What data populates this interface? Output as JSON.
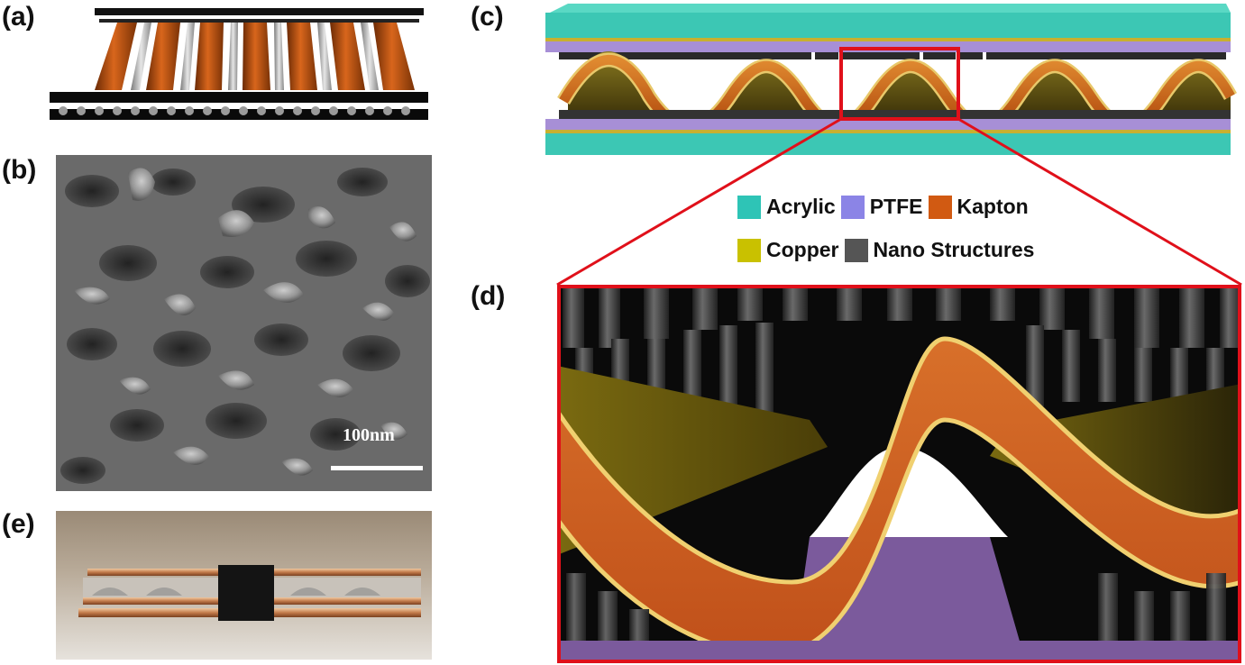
{
  "panels": {
    "a": "(a)",
    "b": "(b)",
    "c": "(c)",
    "d": "(d)",
    "e": "(e)"
  },
  "sem": {
    "scale_bar": "100nm"
  },
  "legend": {
    "items": [
      {
        "label": "Acrylic",
        "color": "#2ec4b6"
      },
      {
        "label": "PTFE",
        "color": "#8b84e6"
      },
      {
        "label": "Kapton",
        "color": "#d15a12"
      },
      {
        "label": "Copper",
        "color": "#c9c100"
      },
      {
        "label": "Nano Structures",
        "color": "#555555"
      }
    ]
  },
  "colors": {
    "acrylic": "#3cc7b4",
    "ptfe": "#a78fd6",
    "kapton": "#c8561a",
    "copper": "#6b5a1a",
    "copper_edge": "#e8c86a",
    "nano": "#3a3a3a",
    "highlight": "#e0101a"
  }
}
